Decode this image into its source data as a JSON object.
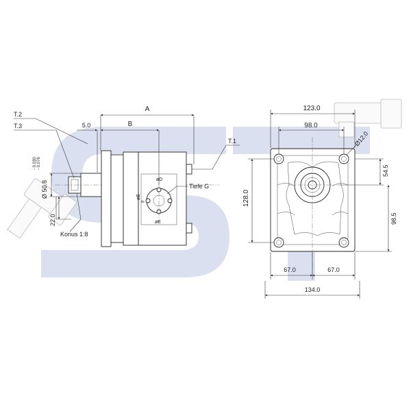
{
  "watermark": {
    "letters": "ST",
    "color": "#cdd6ea"
  },
  "side_view": {
    "dims": {
      "A": "A",
      "B": "B",
      "t2": "T.2",
      "t3": "T.3",
      "t1": "T.1",
      "five": "5.0",
      "tol_upper": "- 0.030",
      "tol_lower": "- 0.076",
      "shaft_dia": "Ø 50.8",
      "twentytwo": "22.0",
      "konus": "Konus 1:8",
      "tiefe": "Tiefe G",
      "phi_d": "øD",
      "phi_e_v": "øE",
      "phi_e_h": "øE",
      "f": "F"
    }
  },
  "front_view": {
    "dims": {
      "w123": "123.0",
      "w98": "98.0",
      "hole": "Ø12.0",
      "h545": "54.5",
      "h128": "128.0",
      "h985": "98.5",
      "w67l": "67.0",
      "w67r": "67.0",
      "w134": "134.0"
    }
  }
}
